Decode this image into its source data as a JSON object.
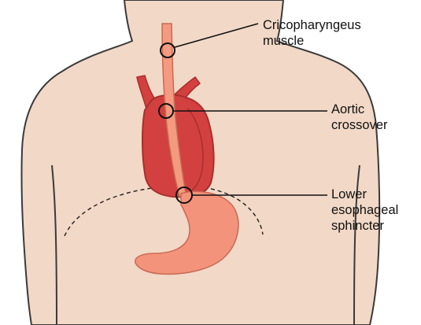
{
  "labels": {
    "cricopharyngeus": {
      "line1": "Cricopharyngeus",
      "line2": "muscle"
    },
    "aortic_crossover": {
      "line1": "Aortic",
      "line2": "crossover"
    },
    "lower_esophageal_sphincter": {
      "line1": "Lower",
      "line2": "esophageal",
      "line3": "sphincter"
    }
  },
  "colors": {
    "skin": "#F2D8C6",
    "outline": "#3A3A3A",
    "heart": "#D2413F",
    "heart_dark": "#A92E2D",
    "esophagus": "#F49A80",
    "esophagus_light": "#F7B39E",
    "stomach": "#F4937B",
    "marker": "#111111"
  }
}
